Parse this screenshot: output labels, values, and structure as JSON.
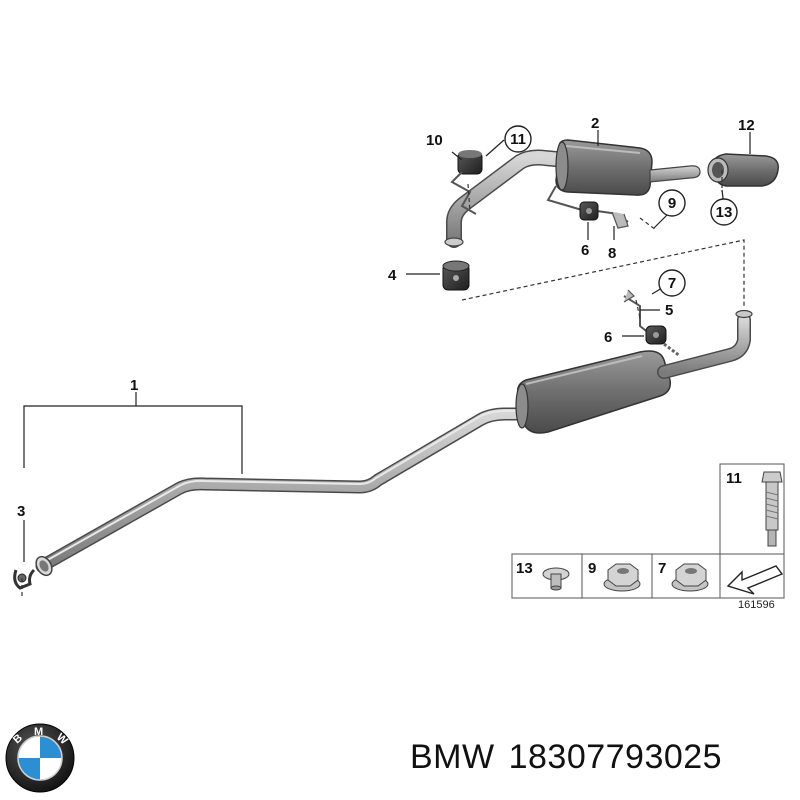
{
  "diagram": {
    "reference_number": "161596",
    "callouts": {
      "p1": "1",
      "p2": "2",
      "p3": "3",
      "p4": "4",
      "p5": "5",
      "p6a": "6",
      "p6b": "6",
      "p7": "7",
      "p8": "8",
      "p9": "9",
      "p10": "10",
      "p11": "11",
      "p12": "12",
      "p13": "13"
    },
    "hardware_legend": {
      "bolt_label": "11",
      "items": [
        {
          "label": "13",
          "icon": "rivet-nut-icon"
        },
        {
          "label": "9",
          "icon": "hex-flange-nut-icon"
        },
        {
          "label": "7",
          "icon": "hex-flange-nut-icon"
        }
      ]
    }
  },
  "logo": {
    "brand_letters": [
      "B",
      "M",
      "W"
    ],
    "colors": {
      "blue": "#2d8fd3",
      "white": "#ffffff",
      "ring": "#1a1a1a"
    }
  },
  "caption": {
    "brand": "BMW",
    "part_number": "18307793025"
  }
}
